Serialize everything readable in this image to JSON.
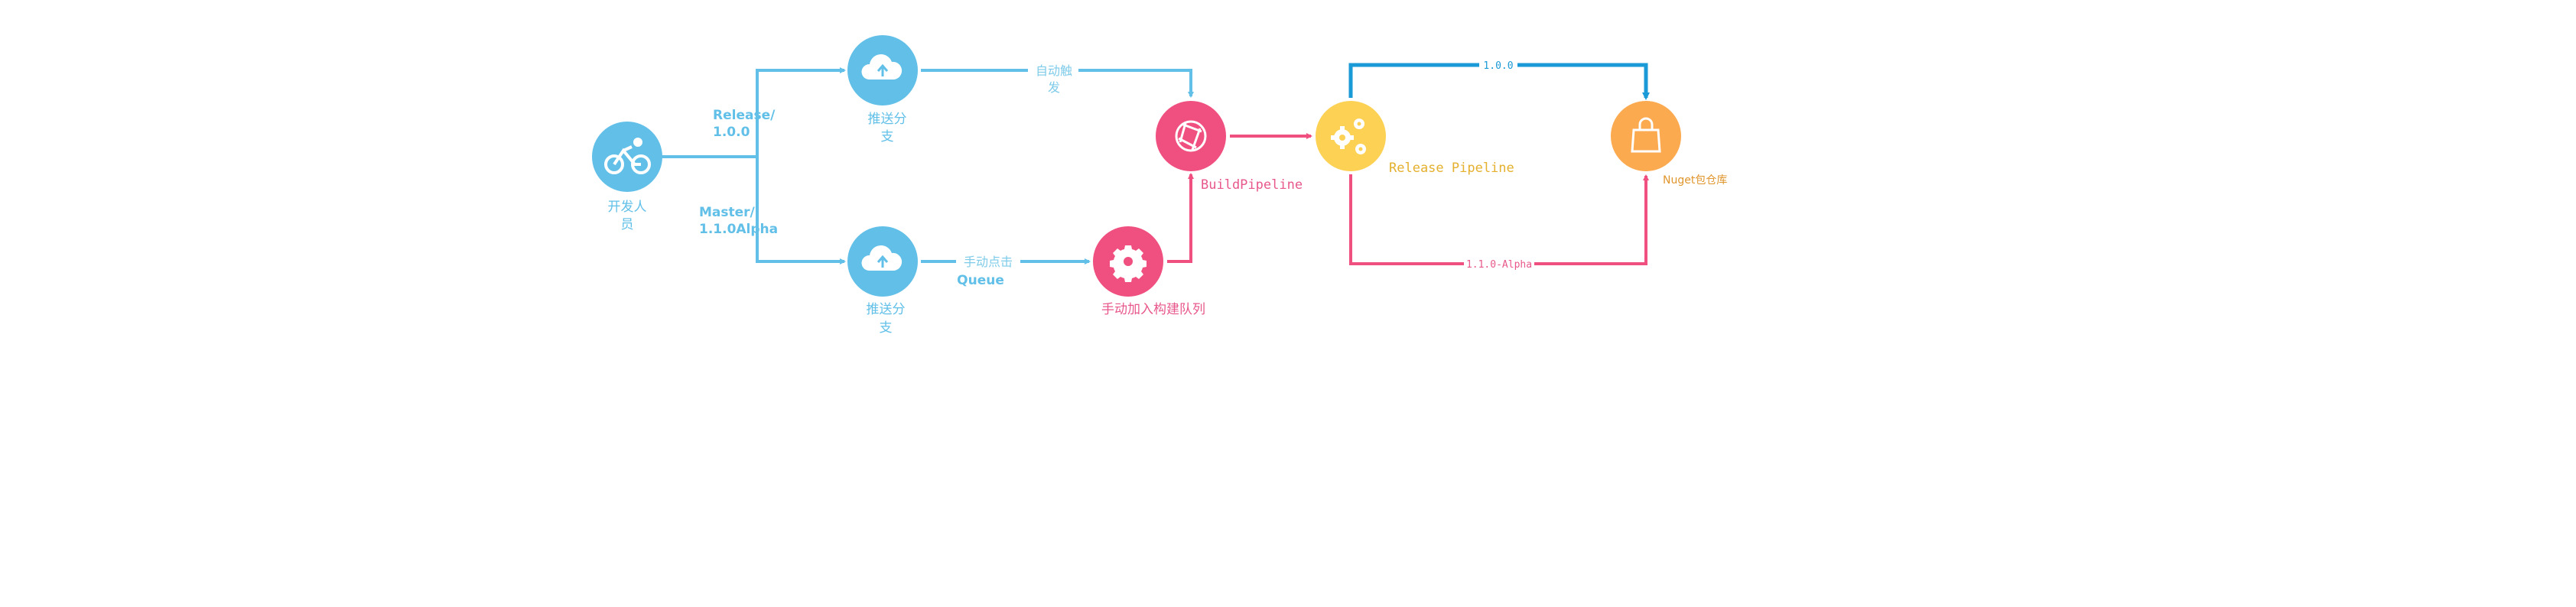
{
  "nodes": {
    "developer": {
      "label_1": "开发人",
      "label_2": "员",
      "icon": "bicycle-icon"
    },
    "push_release": {
      "label_1": "推送分",
      "label_2": "支",
      "icon": "cloud-upload-icon"
    },
    "push_master": {
      "label_1": "推送分",
      "label_2": "支",
      "icon": "cloud-upload-icon"
    },
    "manual_queue": {
      "label": "手动加入构建队列",
      "icon": "gear-icon"
    },
    "build_pipeline": {
      "label": "BuildPipeline",
      "icon": "camera-aperture-icon"
    },
    "release_pipeline": {
      "label": "Release Pipeline",
      "icon": "gears-icon"
    },
    "nuget": {
      "label": "Nuget包仓库",
      "icon": "shopping-bag-icon"
    }
  },
  "edges": {
    "release_branch": {
      "line_1": "Release/",
      "line_2": "1.0.0"
    },
    "master_branch": {
      "line_1": "Master/",
      "line_2": "1.1.0Alpha"
    },
    "auto_trigger": {
      "line_1": "自动触",
      "line_2": "发"
    },
    "manual_click": {
      "line_1": "手动点击",
      "line_2": "Queue"
    },
    "release_stable": {
      "label": "1.0.0"
    },
    "release_alpha": {
      "label": "1.1.0-Alpha"
    }
  },
  "colors": {
    "blue": "#62c0e8",
    "pink": "#f0507f",
    "yellow": "#fdd154",
    "orange": "#fbaa4f",
    "stable_line": "#1a9ad6"
  }
}
